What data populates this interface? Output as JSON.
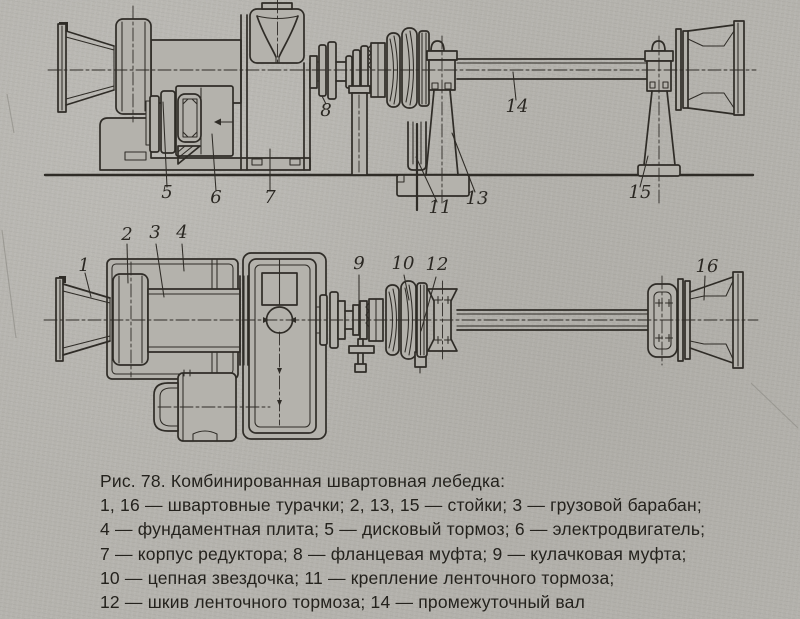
{
  "colors": {
    "paper": "#b4b2ac",
    "ink": "#2f2c27"
  },
  "caption": {
    "lines": [
      "Рис. 78. Комбинированная швартовная лебедка:",
      "1, 16 — швартовные турачки; 2, 13, 15 — стойки; 3 — грузовой барабан;",
      "4 — фундаментная плита; 5 — дисковый тормоз; 6 — электродвигатель;",
      "7 — корпус редуктора; 8 — фланцевая муфта; 9 — кулачковая муфта;",
      "10 — цепная звездочка; 11 — крепление ленточного тормоза;",
      "12 — шкив ленточного тормоза; 14 — промежуточный вал"
    ]
  },
  "labels": {
    "top": [
      "5",
      "6",
      "7",
      "8",
      "11",
      "13",
      "14",
      "15"
    ],
    "bottom": [
      "1",
      "2",
      "3",
      "4",
      "9",
      "10",
      "12",
      "16"
    ]
  }
}
